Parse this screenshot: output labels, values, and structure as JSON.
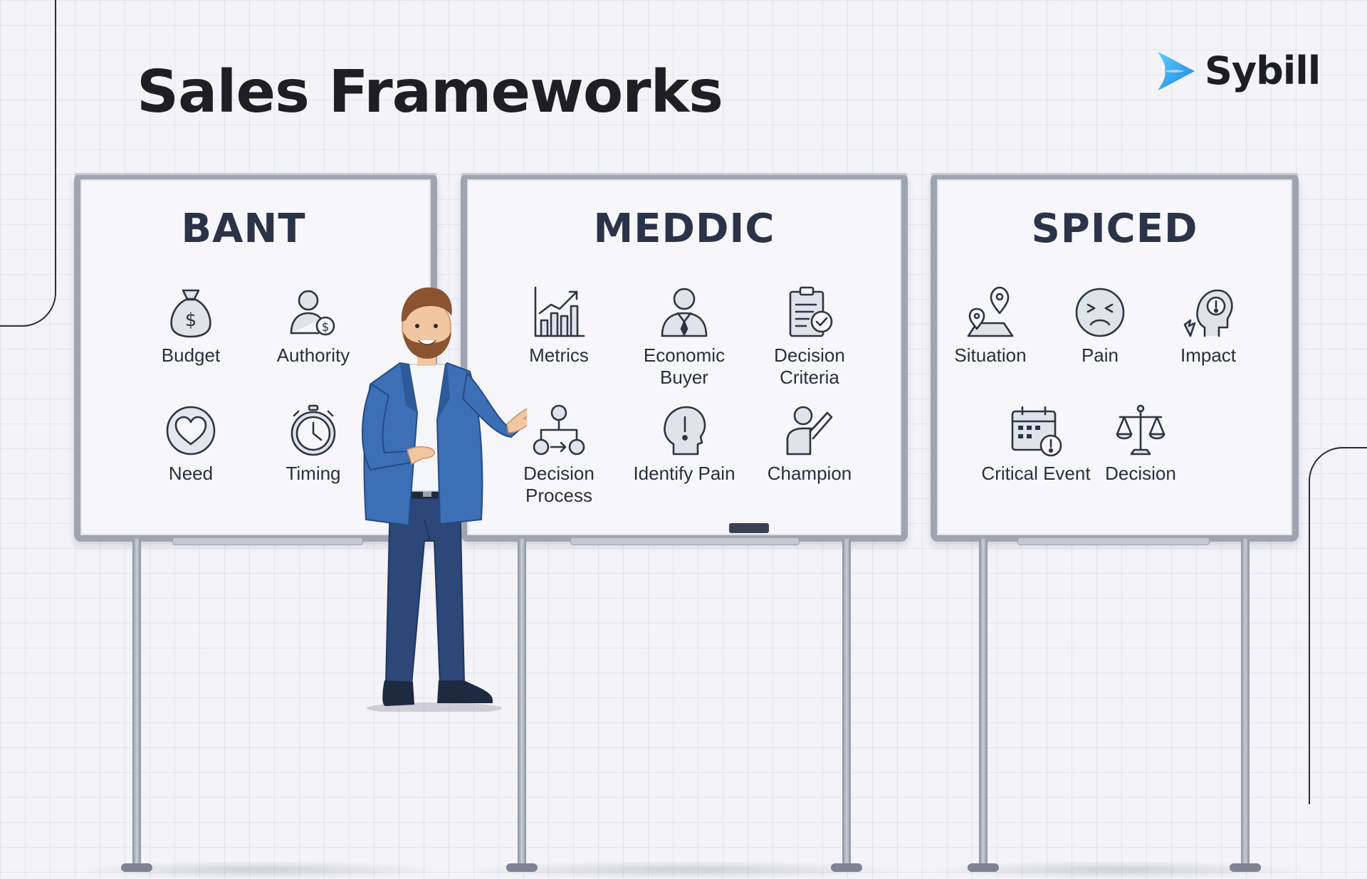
{
  "page": {
    "title": "Sales Frameworks"
  },
  "brand": {
    "name": "Sybill",
    "accent_color": "#2aa5f5"
  },
  "boards": [
    {
      "title": "BANT",
      "items": [
        {
          "label": "Budget",
          "icon": "money-bag-icon"
        },
        {
          "label": "Authority",
          "icon": "person-dollar-icon"
        },
        {
          "label": "Need",
          "icon": "heart-icon"
        },
        {
          "label": "Timing",
          "icon": "stopwatch-icon"
        }
      ]
    },
    {
      "title": "MEDDIC",
      "items": [
        {
          "label": "Metrics",
          "icon": "bar-chart-icon"
        },
        {
          "label": "Economic Buyer",
          "icon": "businessman-icon"
        },
        {
          "label": "Decision Criteria",
          "icon": "clipboard-check-icon"
        },
        {
          "label": "Decision Process",
          "icon": "flowchart-icon"
        },
        {
          "label": "Identify Pain",
          "icon": "head-exclamation-icon"
        },
        {
          "label": "Champion",
          "icon": "person-raised-hand-icon"
        }
      ]
    },
    {
      "title": "SPICED",
      "items": [
        {
          "label": "Situation",
          "icon": "map-pin-icon"
        },
        {
          "label": "Pain",
          "icon": "frowning-face-icon"
        },
        {
          "label": "Impact",
          "icon": "head-alert-icon"
        },
        {
          "label": "Critical Event",
          "icon": "calendar-alert-icon"
        },
        {
          "label": "Decision",
          "icon": "scales-icon"
        }
      ]
    }
  ],
  "colors": {
    "background": "#f3f3f8",
    "board_frame": "#9ea5b1",
    "board_title": "#2a3347",
    "jacket": "#3d6fb6",
    "trousers": "#2c4778"
  }
}
